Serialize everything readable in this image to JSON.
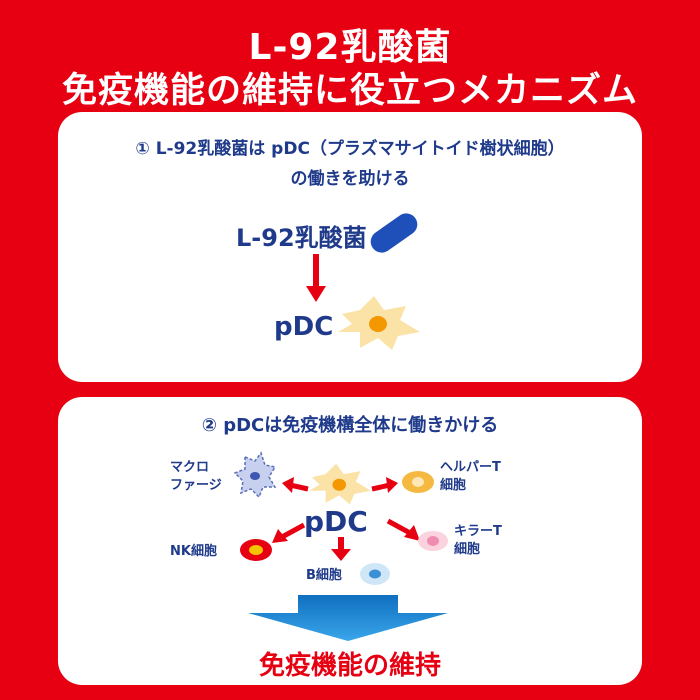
{
  "title": {
    "line1": "L-92乳酸菌",
    "line2": "免疫機能の維持に役立つメカニズム"
  },
  "panel1": {
    "heading_line1": "① L-92乳酸菌は pDC（プラズマサイトイド樹状細胞）",
    "heading_line2": "の働きを助ける",
    "bacteria_label": "L-92乳酸菌",
    "pdc_label": "pDC"
  },
  "panel2": {
    "heading": "② pDCは免疫機構全体に働きかける",
    "center_label": "pDC",
    "macrophage_line1": "マクロ",
    "macrophage_line2": "ファージ",
    "helper_line1": "ヘルパーT",
    "helper_line2": "細胞",
    "nk_label": "NK細胞",
    "killer_line1": "キラーT",
    "killer_line2": "細胞",
    "bcell_label": "B細胞",
    "result_label": "免疫機能の維持"
  },
  "colors": {
    "background": "#e60012",
    "navy": "#1f3a8a",
    "bacteria": "#1f4fb8",
    "pdc_cell": "#fbe3a8",
    "pdc_nucleus": "#f39800",
    "arrow_red": "#e60012",
    "big_arrow": "#1a8fd8"
  }
}
